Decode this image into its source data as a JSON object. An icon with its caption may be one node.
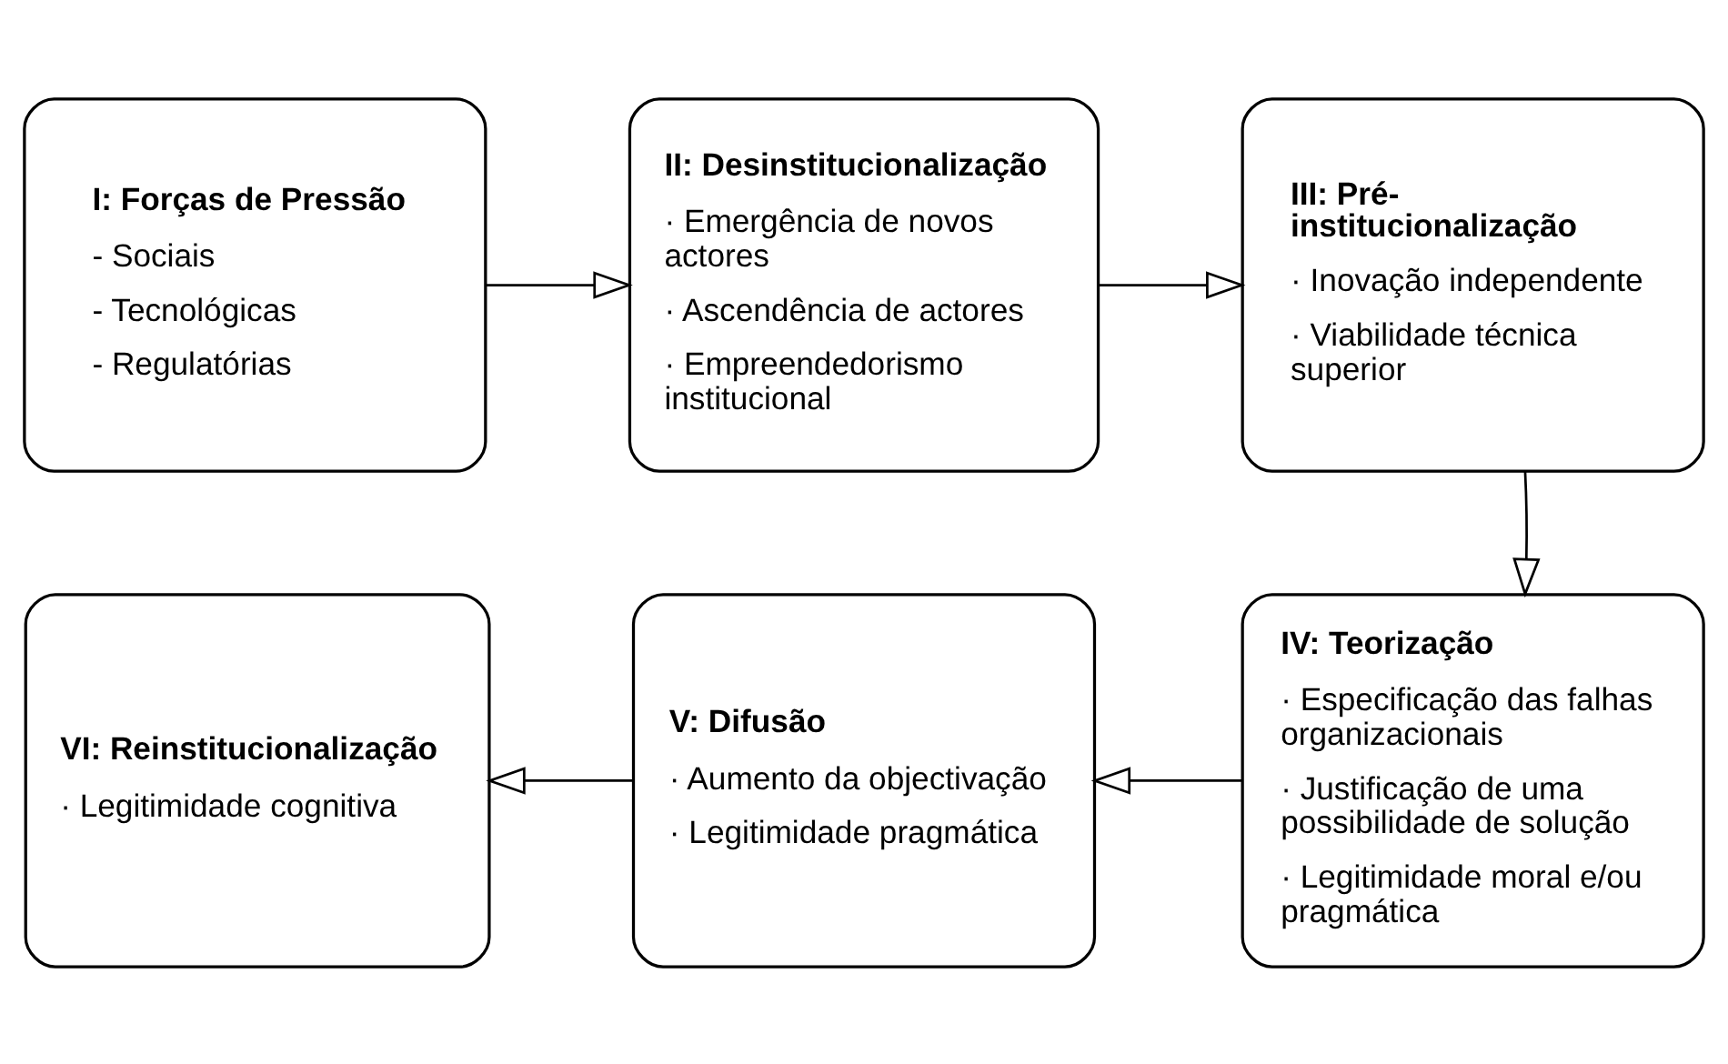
{
  "diagram": {
    "nodes": [
      {
        "text": [
          "I: Forças de Pressão",
          "- Sociais",
          "- Tecnológicas",
          "- Regulatórias"
        ]
      },
      {
        "text": [
          "II: Desinstitucionalização",
          "· Emergência de novos actores",
          "· Ascendência de actores",
          "· Empreendedorismo institucional"
        ]
      },
      {
        "text": [
          "III: Pré-institucionalização",
          "· Inovação independente",
          "· Viabilidade técnica superior"
        ]
      },
      {
        "text": [
          "IV: Teorização",
          "· Especificação das falhas organizacionais",
          "· Justificação de uma possibilidade de solução",
          "· Legitimidade moral e/ou pragmática"
        ]
      },
      {
        "text": [
          "V: Difusão",
          "· Aumento da objectivação",
          "· Legitimidade pragmática"
        ]
      },
      {
        "text": [
          "VI: Reinstitucionalização",
          "· Legitimidade cognitiva"
        ]
      }
    ],
    "edges": [
      {
        "from": 0,
        "to": 1,
        "arrow": "to"
      },
      {
        "from": 1,
        "to": 2,
        "arrow": "to"
      },
      {
        "from": 2,
        "to": 3,
        "arrow": "to"
      },
      {
        "from": 3,
        "to": 4,
        "arrow": "to"
      },
      {
        "from": 4,
        "to": 5,
        "arrow": "to"
      }
    ]
  }
}
